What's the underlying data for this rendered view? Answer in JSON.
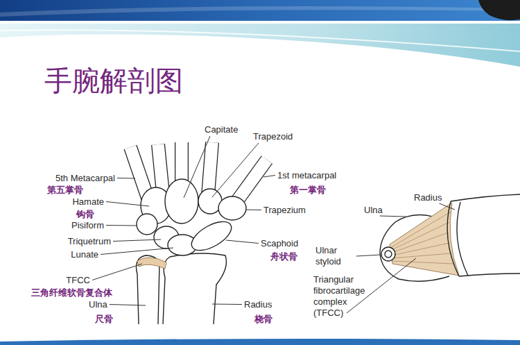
{
  "diagram": {
    "title": "手腕解剖图",
    "labels": [
      "Capitate",
      "Trapezoid",
      "5th Metacarpal",
      "1st metacarpal",
      "第五掌骨",
      "第一掌骨",
      "Hamate",
      "Radius",
      "钩骨",
      "Trapezium",
      "Ulna",
      "Pisiform",
      "Triquetrum",
      "Scaphoid",
      "Ulnar styloid",
      "Lunate",
      "舟状骨",
      "TFCC",
      "Triangular fibrocartilage complex (TFCC)",
      "三角纤维软骨复合体",
      "Ulna",
      "Radius",
      "尺骨",
      "桡骨"
    ]
  }
}
